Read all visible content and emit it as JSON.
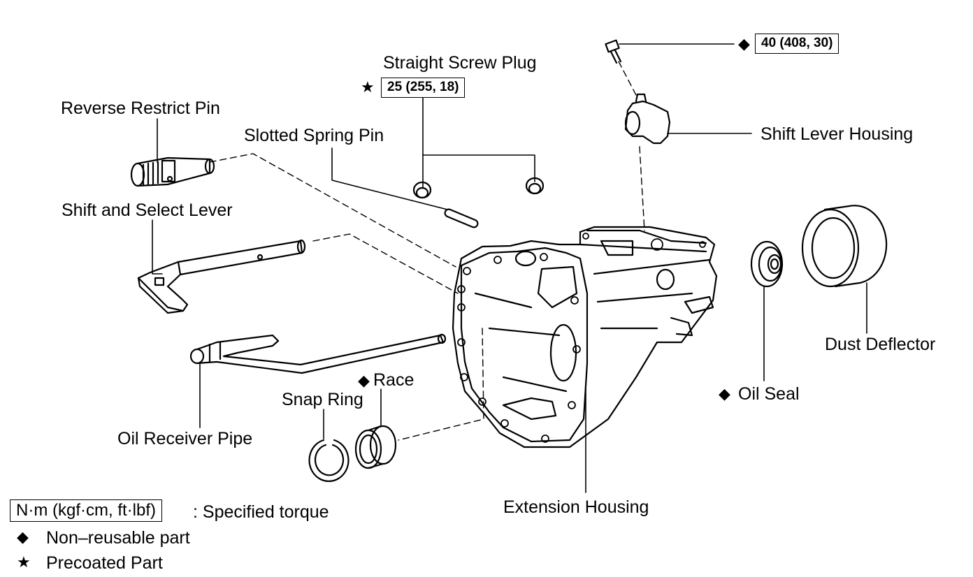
{
  "symbols": {
    "nonreusable": "◆",
    "precoated": "★"
  },
  "labels": {
    "straight_screw_plug": "Straight Screw Plug",
    "reverse_restrict_pin": "Reverse Restrict Pin",
    "slotted_spring_pin": "Slotted Spring Pin",
    "shift_and_select_lever": "Shift and Select Lever",
    "shift_lever_housing": "Shift Lever Housing",
    "dust_deflector": "Dust Deflector",
    "race": "Race",
    "snap_ring": "Snap Ring",
    "oil_seal": "Oil Seal",
    "oil_receiver_pipe": "Oil Receiver Pipe",
    "extension_housing": "Extension Housing"
  },
  "torques": {
    "shift_lever_housing_bolt": "40 (408, 30)",
    "straight_screw_plug": "25 (255, 18)"
  },
  "legend": {
    "torque_unit": "N·m (kgf·cm, ft·lbf)",
    "torque_desc": ": Specified torque",
    "nonreusable": "Non–reusable part",
    "precoated": "Precoated Part"
  }
}
